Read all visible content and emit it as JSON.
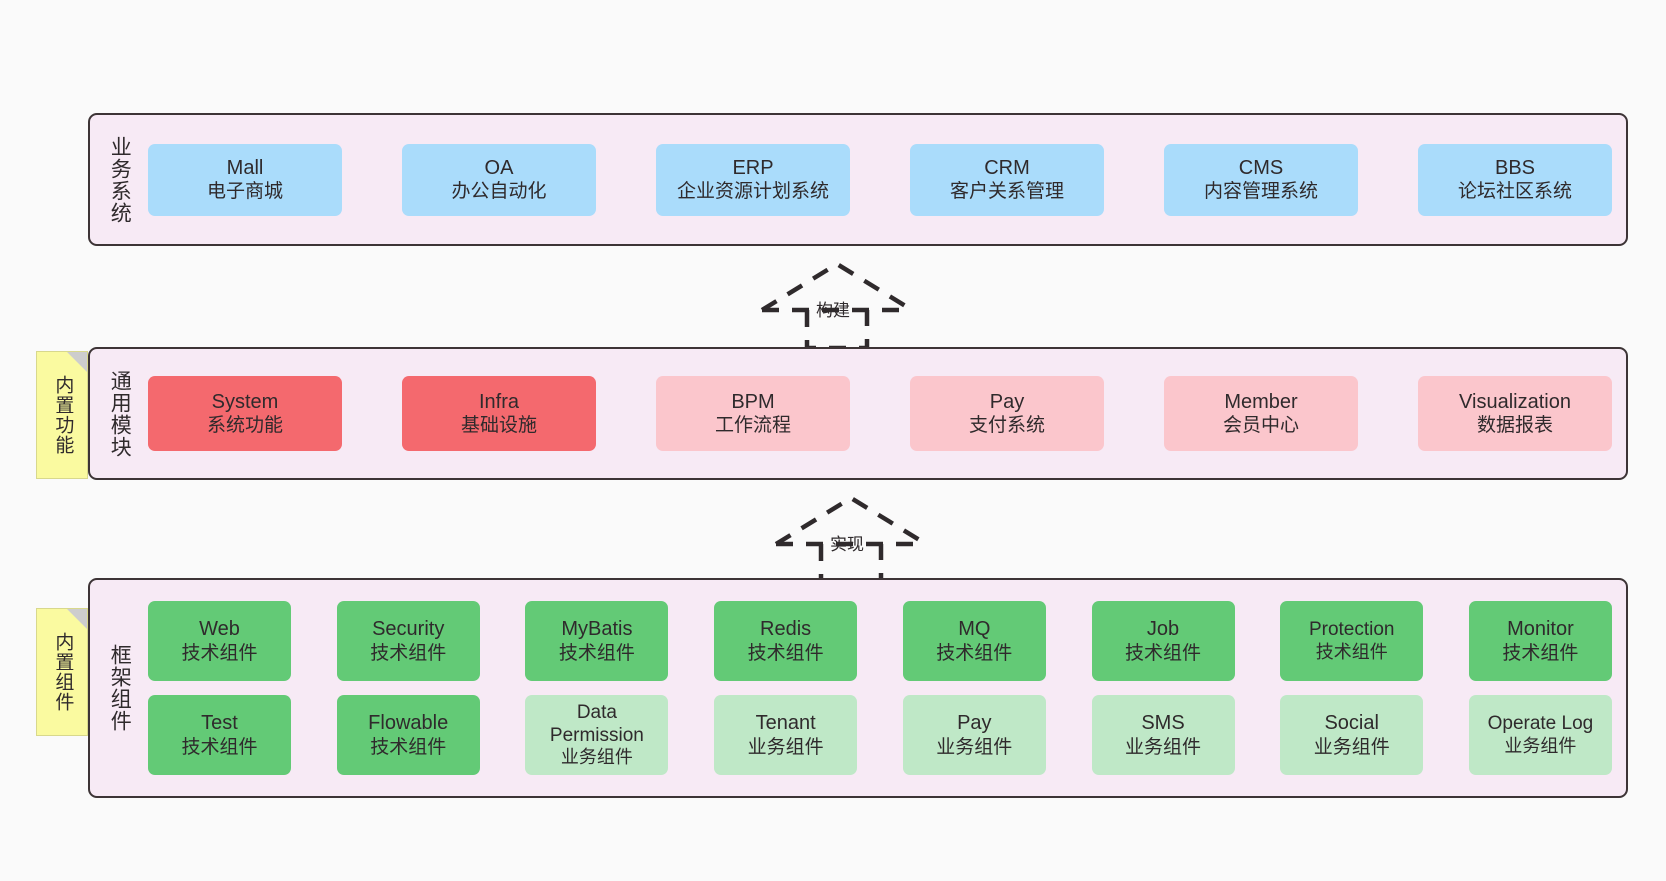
{
  "layers": [
    {
      "key": "business",
      "title": "业务系统",
      "note": null,
      "rows": [
        [
          {
            "en": "Mall",
            "cn": "电子商城",
            "color": "c-blue"
          },
          {
            "en": "OA",
            "cn": "办公自动化",
            "color": "c-blue"
          },
          {
            "en": "ERP",
            "cn": "企业资源计划系统",
            "color": "c-blue"
          },
          {
            "en": "CRM",
            "cn": "客户关系管理",
            "color": "c-blue"
          },
          {
            "en": "CMS",
            "cn": "内容管理系统",
            "color": "c-blue"
          },
          {
            "en": "BBS",
            "cn": "论坛社区系统",
            "color": "c-blue"
          }
        ]
      ]
    },
    {
      "key": "common",
      "title": "通用模块",
      "note": "内置功能",
      "rows": [
        [
          {
            "en": "System",
            "cn": "系统功能",
            "color": "c-red"
          },
          {
            "en": "Infra",
            "cn": "基础设施",
            "color": "c-red"
          },
          {
            "en": "BPM",
            "cn": "工作流程",
            "color": "c-pink"
          },
          {
            "en": "Pay",
            "cn": "支付系统",
            "color": "c-pink"
          },
          {
            "en": "Member",
            "cn": "会员中心",
            "color": "c-pink"
          },
          {
            "en": "Visualization",
            "cn": "数据报表",
            "color": "c-pink"
          }
        ]
      ]
    },
    {
      "key": "framework",
      "title": "框架组件",
      "note": "内置组件",
      "rows": [
        [
          {
            "en": "Web",
            "cn": "技术组件",
            "color": "c-green"
          },
          {
            "en": "Security",
            "cn": "技术组件",
            "color": "c-green"
          },
          {
            "en": "MyBatis",
            "cn": "技术组件",
            "color": "c-green"
          },
          {
            "en": "Redis",
            "cn": "技术组件",
            "color": "c-green"
          },
          {
            "en": "MQ",
            "cn": "技术组件",
            "color": "c-green"
          },
          {
            "en": "Job",
            "cn": "技术组件",
            "color": "c-green"
          },
          {
            "en": "Protection",
            "cn": "技术组件",
            "color": "c-green"
          },
          {
            "en": "Monitor",
            "cn": "技术组件",
            "color": "c-green"
          }
        ],
        [
          {
            "en": "Test",
            "cn": "技术组件",
            "color": "c-green"
          },
          {
            "en": "Flowable",
            "cn": "技术组件",
            "color": "c-green"
          },
          {
            "en": "Data Permission",
            "cn": "业务组件",
            "color": "c-lightgreen"
          },
          {
            "en": "Tenant",
            "cn": "业务组件",
            "color": "c-lightgreen"
          },
          {
            "en": "Pay",
            "cn": "业务组件",
            "color": "c-lightgreen"
          },
          {
            "en": "SMS",
            "cn": "业务组件",
            "color": "c-lightgreen"
          },
          {
            "en": "Social",
            "cn": "业务组件",
            "color": "c-lightgreen"
          },
          {
            "en": "Operate Log",
            "cn": "业务组件",
            "color": "c-lightgreen"
          }
        ]
      ]
    }
  ],
  "arrows": [
    {
      "key": "build",
      "label": "构建"
    },
    {
      "key": "realize",
      "label": "实现"
    }
  ],
  "colors": {
    "page_background": "#fafafa",
    "panel_background": "#f7eaf5",
    "panel_border": "#3d3436",
    "blue": "#aadcfb",
    "red": "#f4696e",
    "pink": "#fbc6cc",
    "green": "#63ca76",
    "light_green": "#bfe8c7",
    "note_yellow": "#fafaa0",
    "note_fold_gray": "#cdcdcd",
    "text": "#2f2a2c"
  }
}
